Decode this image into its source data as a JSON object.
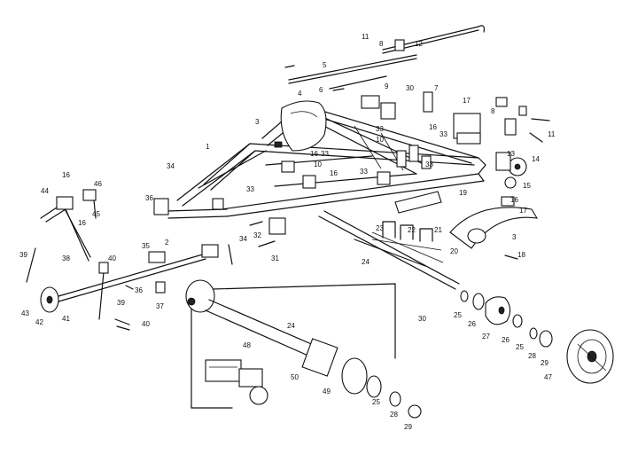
{
  "callouts": [
    "1",
    "2",
    "3",
    "4",
    "5",
    "6",
    "7",
    "8",
    "9",
    "10",
    "11",
    "12",
    "13",
    "14",
    "15",
    "16",
    "17",
    "18",
    "19",
    "20",
    "21",
    "22",
    "23",
    "24",
    "25",
    "26",
    "27",
    "28",
    "29",
    "30",
    "31",
    "32",
    "33",
    "34",
    "35",
    "36",
    "37",
    "38",
    "39",
    "40",
    "41",
    "42",
    "43",
    "44",
    "45",
    "46",
    "47",
    "48",
    "49",
    "50"
  ]
}
